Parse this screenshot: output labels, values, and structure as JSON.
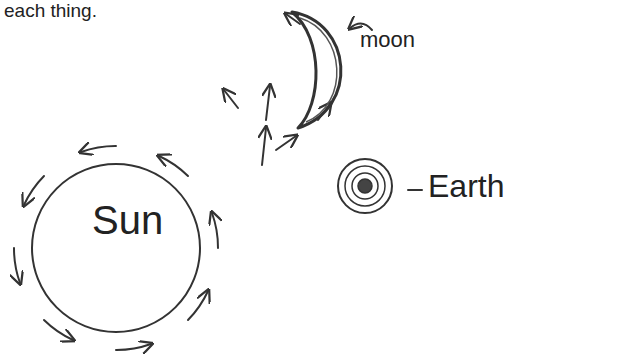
{
  "diagram": {
    "nodes": [
      {
        "text": [
          "Sun"
        ]
      },
      {
        "text": [
          "moon"
        ]
      },
      {
        "text": [
          "Earth"
        ]
      }
    ],
    "labels": [
      "each thing."
    ]
  }
}
